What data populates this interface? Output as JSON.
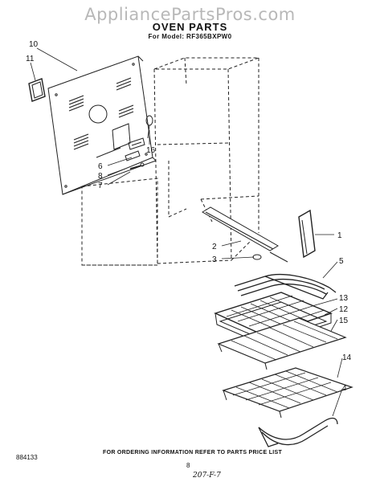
{
  "watermark": "AppliancePartsPros.com",
  "diagram_title": "OVEN PARTS",
  "model_line": "For Model: RF365BXPW0",
  "callouts": [
    {
      "id": "10",
      "label": "10"
    },
    {
      "id": "11",
      "label": "11"
    },
    {
      "id": "16",
      "label": "16"
    },
    {
      "id": "6",
      "label": "6"
    },
    {
      "id": "8",
      "label": "8"
    },
    {
      "id": "7",
      "label": "7"
    },
    {
      "id": "1",
      "label": "1"
    },
    {
      "id": "2",
      "label": "2"
    },
    {
      "id": "3",
      "label": "3"
    },
    {
      "id": "5",
      "label": "5"
    },
    {
      "id": "13",
      "label": "13"
    },
    {
      "id": "12",
      "label": "12"
    },
    {
      "id": "15",
      "label": "15"
    },
    {
      "id": "14",
      "label": "14"
    },
    {
      "id": "4",
      "label": "4"
    }
  ],
  "footer_note": "FOR ORDERING INFORMATION REFER TO PARTS PRICE LIST",
  "doc_number": "884133",
  "page_number": "8",
  "handwritten_code": "207-F-7"
}
